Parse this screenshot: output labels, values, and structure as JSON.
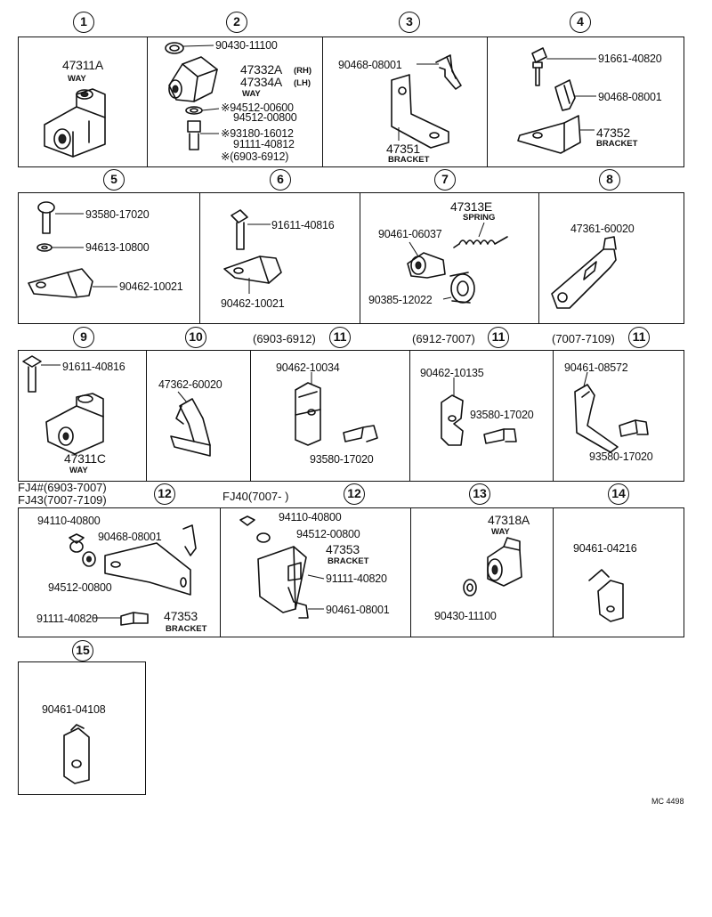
{
  "sections": {
    "s1": {
      "num": "1"
    },
    "s2": {
      "num": "2"
    },
    "s3": {
      "num": "3"
    },
    "s4": {
      "num": "4"
    },
    "s5": {
      "num": "5"
    },
    "s6": {
      "num": "6"
    },
    "s7": {
      "num": "7"
    },
    "s8": {
      "num": "8"
    },
    "s9": {
      "num": "9"
    },
    "s10": {
      "num": "10"
    },
    "s11a": {
      "num": "11",
      "range": "(6903-6912)"
    },
    "s11b": {
      "num": "11",
      "range": "(6912-7007)"
    },
    "s11c": {
      "num": "11",
      "range": "(7007-7109)"
    },
    "s12a": {
      "num": "12",
      "range1": "FJ4#(6903-7007)",
      "range2": "FJ43(7007-7109)"
    },
    "s12b": {
      "num": "12",
      "range": "FJ40(7007-       )"
    },
    "s13": {
      "num": "13"
    },
    "s14": {
      "num": "14"
    },
    "s15": {
      "num": "15"
    }
  },
  "parts": {
    "p1_way": "47311A",
    "p1_way_label": "WAY",
    "p2_a": "90430-11100",
    "p2_b": "47332A",
    "p2_b_side": "(RH)",
    "p2_c": "47334A",
    "p2_c_side": "(LH)",
    "p2_way_label": "WAY",
    "p2_d": "※94512-00600",
    "p2_e": "94512-00800",
    "p2_f": "※93180-16012",
    "p2_g": "91111-40812",
    "p2_h": "※(6903-6912)",
    "p3_a": "90468-08001",
    "p3_b": "47351",
    "p3_b_label": "BRACKET",
    "p4_a": "91661-40820",
    "p4_b": "90468-08001",
    "p4_c": "47352",
    "p4_c_label": "BRACKET",
    "p5_a": "93580-17020",
    "p5_b": "94613-10800",
    "p5_c": "90462-10021",
    "p6_a": "91611-40816",
    "p6_b": "90462-10021",
    "p7_a": "47313E",
    "p7_a_label": "SPRING",
    "p7_b": "90461-06037",
    "p7_c": "90385-12022",
    "p8_a": "47361-60020",
    "p9_a": "91611-40816",
    "p9_b": "47311C",
    "p9_b_label": "WAY",
    "p10_a": "47362-60020",
    "p11a_a": "90462-10034",
    "p11a_b": "93580-17020",
    "p11b_a": "90462-10135",
    "p11b_b": "93580-17020",
    "p11c_a": "90461-08572",
    "p11c_b": "93580-17020",
    "p12a_a": "94110-40800",
    "p12a_b": "90468-08001",
    "p12a_c": "94512-00800",
    "p12a_d": "91111-40820",
    "p12a_e": "47353",
    "p12a_e_label": "BRACKET",
    "p12b_a": "94110-40800",
    "p12b_b": "94512-00800",
    "p12b_c": "47353",
    "p12b_c_label": "BRACKET",
    "p12b_d": "91111-40820",
    "p12b_e": "90461-08001",
    "p13_a": "47318A",
    "p13_a_label": "WAY",
    "p13_b": "90430-11100",
    "p14_a": "90461-04216",
    "p15_a": "90461-04108"
  },
  "footer": {
    "code": "MC 4498"
  }
}
